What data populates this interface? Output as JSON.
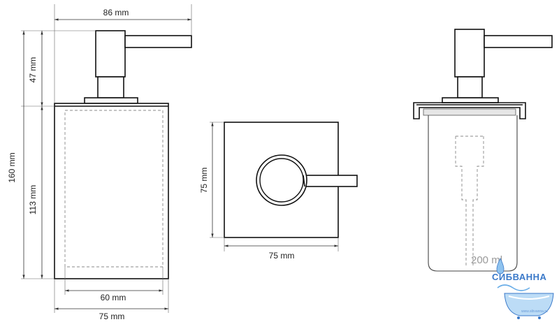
{
  "dimensions": {
    "front_width_top": "86 mm",
    "front_pump_height": "47 mm",
    "front_total_height": "160 mm",
    "front_body_height": "113 mm",
    "front_inner_width": "60 mm",
    "front_width_bottom": "75 mm",
    "top_view_height": "75 mm",
    "top_view_width": "75 mm"
  },
  "section_view": {
    "volume_label": "200 ml"
  },
  "watermark": {
    "brand": "СИБВАННА",
    "url": "www.sibvanna.ru"
  },
  "colors": {
    "line": "#111111",
    "dimension": "#333333",
    "hidden": "#888888",
    "brand": "#3a79c9"
  }
}
